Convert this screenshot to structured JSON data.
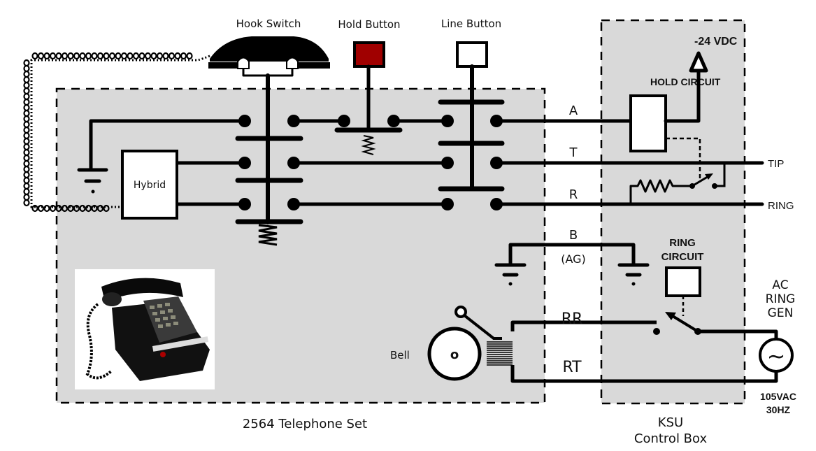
{
  "title": "2564 Telephone Set and KSU Control Box wiring",
  "colors": {
    "enclosure_fill": "#d9d9d9",
    "line": "#000000",
    "hold_button": "#a00000",
    "background": "#ffffff"
  },
  "labels": {
    "hook_switch": "Hook Switch",
    "hold_button": "Hold Button",
    "line_button": "Line Button",
    "hybrid": "Hybrid",
    "bell": "Bell",
    "bell_glyph": "o",
    "telephone_set": "2564 Telephone Set",
    "ksu_line1": "KSU",
    "ksu_line2": "Control Box",
    "supply": "-24 VDC",
    "hold_circuit": "HOLD CIRCUIT",
    "ring_circuit_line1": "RING",
    "ring_circuit_line2": "CIRCUIT",
    "ac_gen_line1": "AC",
    "ac_gen_line2": "RING",
    "ac_gen_line3": "GEN",
    "ac_spec_line1": "105VAC",
    "ac_spec_line2": "30HZ",
    "ac_symbol": "~"
  },
  "wires": {
    "a": "A",
    "t": "T",
    "r": "R",
    "b": "B",
    "ag": "(AG)",
    "rr": "RR",
    "rt": "RT",
    "tip": "TIP",
    "ring": "RING"
  },
  "icons": {
    "handset": "handset-icon",
    "ground": "ground-icon",
    "spring": "spring-icon",
    "resistor": "resistor-icon",
    "relay_switch": "switch-icon",
    "ac_source": "ac-source-icon",
    "arrow_supply": "supply-arrow-icon",
    "telephone_photo": "telephone-photo"
  }
}
